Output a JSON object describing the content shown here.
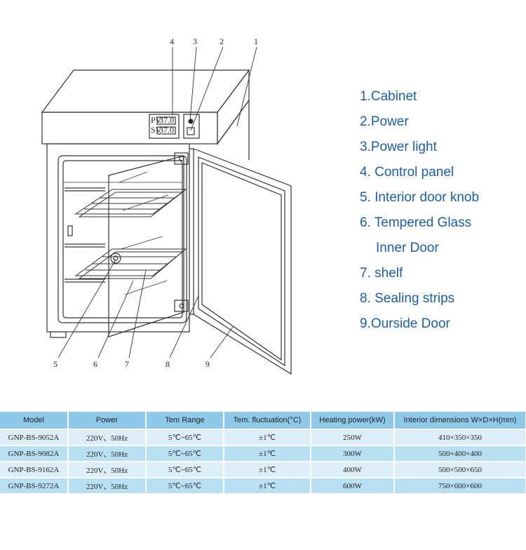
{
  "callouts": {
    "n1": "1",
    "n2": "2",
    "n3": "3",
    "n4": "4",
    "n5": "5",
    "n6": "6",
    "n7": "7",
    "n8": "8",
    "n9": "9"
  },
  "panel": {
    "pv_label": "PV",
    "pv_value": "37.0",
    "sv_label": "SV",
    "sv_value": "37.0"
  },
  "legend": [
    "1.Cabinet",
    "2.Power",
    "3.Power light",
    "4. Control panel",
    "5. Interior door knob",
    "6. Tempered Glass",
    "Inner Door",
    "7. shelf",
    "8. Sealing strips",
    "9.Ourside Door"
  ],
  "table": {
    "headers": [
      "Model",
      "Power",
      "Tem Range",
      "Tem. fluctuation(°C)",
      "Heating power(kW)",
      "Interior dimensions W×D×H(mm)"
    ],
    "rows": [
      [
        "GNP-BS-9052A",
        "220V、50Hz",
        "5℃~65℃",
        "±1℃",
        "250W",
        "410×350×350"
      ],
      [
        "GNP-BS-9082A",
        "220V、50Hz",
        "5℃~65℃",
        "±1℃",
        "300W",
        "500×400×400"
      ],
      [
        "GNP-BS-9162A",
        "220V、50Hz",
        "5℃~65℃",
        "±1℃",
        "400W",
        "500×500×650"
      ],
      [
        "GNP-BS-9272A",
        "220V、50Hz",
        "5℃~65℃",
        "±1℃",
        "600W",
        "750×600×600"
      ]
    ]
  }
}
